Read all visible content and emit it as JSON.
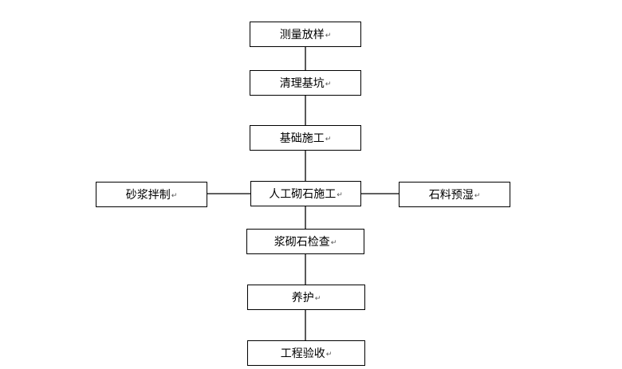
{
  "flowchart": {
    "steps": {
      "measure": "测量放样",
      "clean_pit": "清理基坑",
      "foundation": "基础施工",
      "masonry": "人工砌石施工",
      "mortar": "砂浆拌制",
      "stone_wetting": "石料预湿",
      "inspection": "浆砌石检查",
      "curing": "养护",
      "acceptance": "工程验收"
    },
    "paragraph_mark": "↵"
  }
}
